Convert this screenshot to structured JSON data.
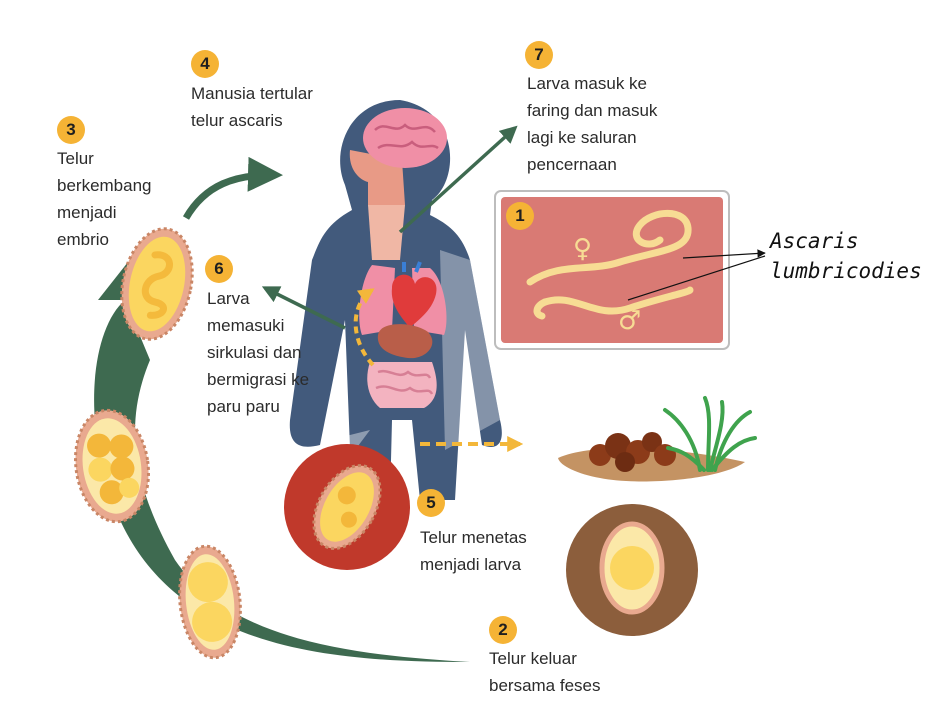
{
  "colors": {
    "arrow_green": "#3e6a50",
    "badge": "#f5b335",
    "body_blue": "#425a7c",
    "egg_yellow": "#fbd660",
    "egg_shell": "#e9a98f",
    "worm_panel": "#d97a74",
    "worm": "#f7dc94",
    "soil": "#8c5e3c",
    "circle_red": "#c0392b",
    "dash_yellow": "#f3b73a"
  },
  "steps": [
    {
      "number": "1",
      "label": ""
    },
    {
      "number": "2",
      "label": "Telur keluar\nbersama feses"
    },
    {
      "number": "3",
      "label": "Telur\nberkembang\nmenjadi\nembrio"
    },
    {
      "number": "4",
      "label": "Manusia tertular\ntelur ascaris"
    },
    {
      "number": "5",
      "label": "Telur menetas\nmenjadi larva"
    },
    {
      "number": "6",
      "label": "Larva\nmemasuki\nsirkulasi dan\nbermigrasi ke\nparu paru"
    },
    {
      "number": "7",
      "label": "Larva masuk ke\nfaring dan masuk\nlagi ke saluran\npencernaan"
    }
  ],
  "worm_panel": {
    "female_symbol": "♀",
    "male_symbol": "♂",
    "species_label": "Ascaris\nlumbricodies"
  },
  "icons": [
    "brain-icon",
    "heart-icon",
    "lungs-icon",
    "intestine-icon",
    "feces-icon",
    "grass-icon"
  ]
}
